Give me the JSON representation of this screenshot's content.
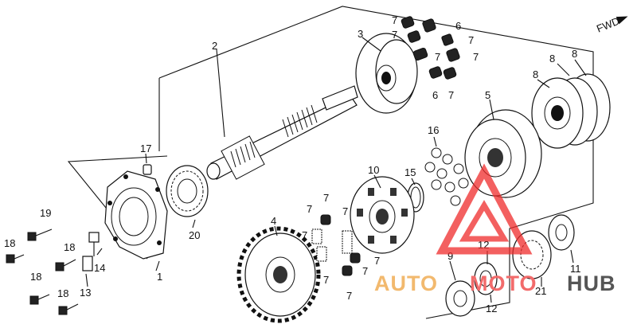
{
  "direction_marker": {
    "text": "FWD",
    "icon": "arrow-icon"
  },
  "watermark": {
    "auto": "AUTO",
    "moto": "MOTO",
    "hub": "HUB",
    "auto_color": "#f2b96e",
    "moto_color": "#f26b6b",
    "hub_color": "#555555",
    "logo_color": "#ef2b2b",
    "logo_icon": "warning-triangle-icon"
  },
  "callouts": {
    "c1": "1",
    "c2": "2",
    "c3": "3",
    "c4": "4",
    "c5": "5",
    "c6a": "6",
    "c6b": "6",
    "c7a": "7",
    "c7b": "7",
    "c7c": "7",
    "c7d": "7",
    "c7e": "7",
    "c7f": "7",
    "c7g": "7",
    "c7h": "7",
    "c7i": "7",
    "c7j": "7",
    "c7k": "7",
    "c7l": "7",
    "c7m": "7",
    "c7n": "7",
    "c8a": "8",
    "c8b": "8",
    "c8c": "8",
    "c9": "9",
    "c10": "10",
    "c11": "11",
    "c12a": "12",
    "c12b": "12",
    "c13": "13",
    "c14": "14",
    "c15": "15",
    "c16": "16",
    "c17": "17",
    "c18a": "18",
    "c18b": "18",
    "c18c": "18",
    "c18d": "18",
    "c19": "19",
    "c20": "20",
    "c21": "21"
  }
}
